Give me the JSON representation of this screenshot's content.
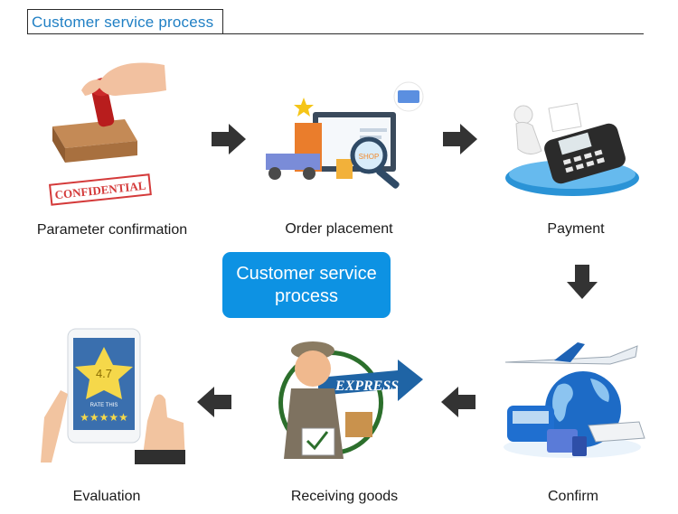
{
  "header": {
    "title": "Customer service process"
  },
  "center": {
    "line1": "Customer service",
    "line2": "process"
  },
  "steps": [
    {
      "label": "Parameter confirmation",
      "icon": "stamp-icon"
    },
    {
      "label": "Order placement",
      "icon": "online-shop-icon"
    },
    {
      "label": "Payment",
      "icon": "pos-terminal-icon"
    },
    {
      "label": "Confirm",
      "icon": "shipping-globe-icon"
    },
    {
      "label": "Receiving goods",
      "icon": "courier-express-icon"
    },
    {
      "label": "Evaluation",
      "icon": "rating-tablet-icon"
    }
  ],
  "illustration_text": {
    "stamp": "CONFIDENTIAL",
    "shop": "SHOP",
    "express": "EXPRESS",
    "rating": "4.7",
    "rate_this": "RATE THIS"
  },
  "colors": {
    "accent": "#0d92e3",
    "title": "#1f7fc4",
    "arrow": "#333333"
  }
}
